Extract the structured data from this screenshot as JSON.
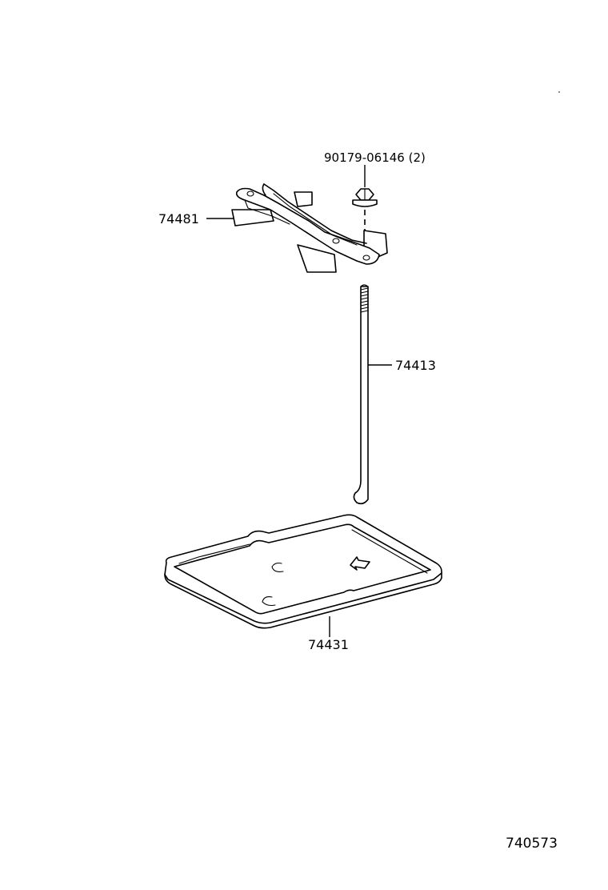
{
  "parts": {
    "nut": {
      "label": "90179-06146 (2)",
      "icon": "flange-nut-icon"
    },
    "clamp": {
      "label": "74481",
      "icon": "battery-clamp-icon"
    },
    "rod": {
      "label": "74413",
      "icon": "hook-rod-icon"
    },
    "tray": {
      "label": "74431",
      "icon": "battery-tray-icon"
    }
  },
  "diagram_code": "740573"
}
